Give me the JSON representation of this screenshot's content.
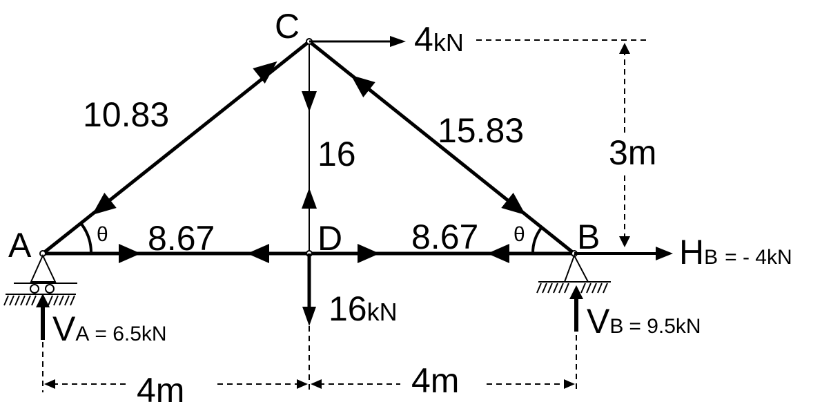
{
  "nodes": {
    "a": "A",
    "b": "B",
    "c": "C",
    "d": "D"
  },
  "members": {
    "ac": "10.83",
    "cb": "15.83",
    "cd": "16",
    "ad": "8.67",
    "db": "8.67"
  },
  "angles": {
    "a": "θ",
    "b": "θ"
  },
  "loads": {
    "c_horizontal_value": "4",
    "c_horizontal_unit": "kN",
    "d_vertical_value": "16",
    "d_vertical_unit": "kN"
  },
  "reactions": {
    "va_main": "V",
    "va_sub": "A",
    "va_value": "= 6.5kN",
    "vb_main": "V",
    "vb_sub": "B",
    "vb_value": "= 9.5kN",
    "hb_main": "H",
    "hb_sub": "B",
    "hb_value": "= - 4kN"
  },
  "dimensions": {
    "height": "3m",
    "span_left": "4m",
    "span_right": "4m"
  }
}
